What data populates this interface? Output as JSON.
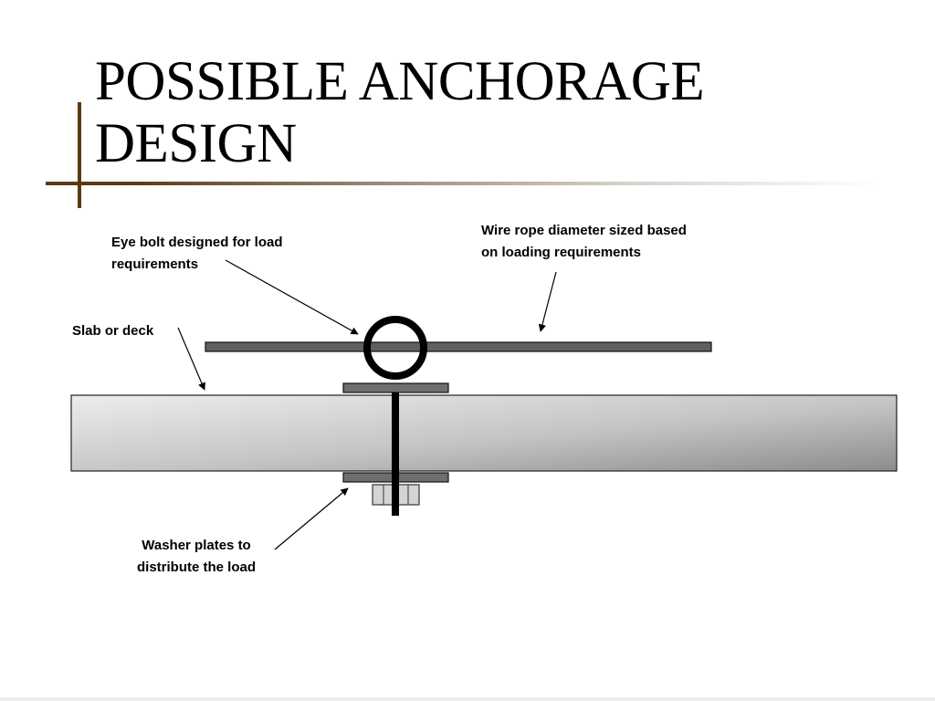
{
  "title": {
    "line1": "POSSIBLE ANCHORAGE",
    "line2": "DESIGN"
  },
  "labels": {
    "eye_bolt": {
      "line1": "Eye bolt designed for load",
      "line2": "requirements"
    },
    "wire_rope": {
      "line1": "Wire rope diameter sized based",
      "line2": "on loading requirements"
    },
    "slab": {
      "line1": "Slab or deck"
    },
    "washer": {
      "line1": "Washer plates to",
      "line2": "distribute the load"
    }
  },
  "colors": {
    "accent": "#5a3a12",
    "rope_fill": "#5f5f5f",
    "slab_light": "#ececec",
    "slab_dark": "#8c8c8c",
    "washer_fill": "#6e6e6e",
    "nut_fill": "#d4d4d4"
  }
}
